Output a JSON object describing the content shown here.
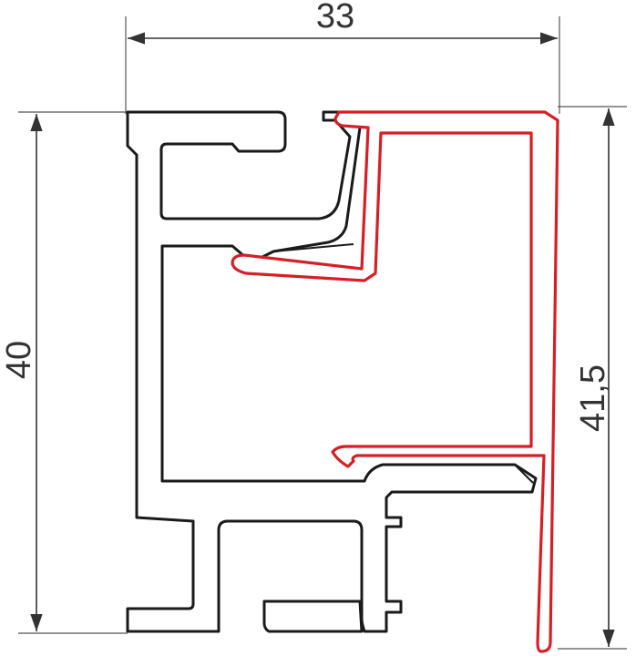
{
  "dimensions": {
    "width_label": "33",
    "height_left_label": "40",
    "height_right_label": "41,5"
  },
  "colors": {
    "base_profile": "#1a1a1a",
    "insert_profile": "#d51f26",
    "dimension_lines": "#333333"
  }
}
